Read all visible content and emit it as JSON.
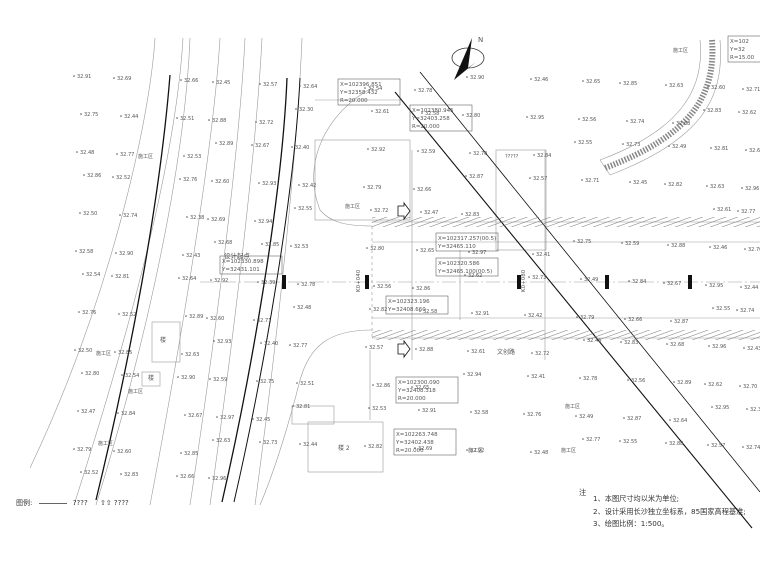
{
  "north_label": "N",
  "coords": [
    {
      "x": "X=102396.851",
      "y": "Y=32358.432",
      "r": "R=20.000"
    },
    {
      "x": "X=102380.945",
      "y": "Y=32403.258",
      "r": "R=20.000"
    },
    {
      "x": "X=102330.898",
      "y": "Y=32431.101",
      "r": ""
    },
    {
      "x": "X=102317.257(00.5)",
      "y": "Y=32465.110",
      "r": ""
    },
    {
      "x": "X=102323.196",
      "y": "Y=32408.660",
      "r": ""
    },
    {
      "x": "X=102320.586",
      "y": "Y=32465.100(00.5)",
      "r": ""
    },
    {
      "x": "X=102300.090",
      "y": "Y=32408.318",
      "r": "R=20.000"
    },
    {
      "x": "X=102263.748",
      "y": "Y=32402.438",
      "r": "R=20.000"
    },
    {
      "x": "X=102",
      "y": "Y=32",
      "r": "R=15.00"
    }
  ],
  "design_point_label": "设计起点",
  "road_label": "文创路",
  "station_labels": [
    "K0+040",
    "K0+080"
  ],
  "building_labels": [
    "楼",
    "楼",
    "楼 2"
  ],
  "construction_labels": [
    "施工区",
    "施工区",
    "施工区",
    "施工区",
    "施工区",
    "施工区",
    "施工区",
    "施工区",
    "施工区"
  ],
  "legend_label": "图例:",
  "legend_items": [
    "????",
    "????"
  ],
  "unknown_label": "?????",
  "notes": {
    "heading": "注",
    "lines": [
      "1、本图尺寸均以米为单位;",
      "2、设计采用长沙独立坐标系，85国家高程基准;",
      "3、绘图比例：1:500。"
    ]
  },
  "elevations": [
    "32.91",
    "32.69",
    "32.66",
    "32.45",
    "32.57",
    "32.64",
    "32.54",
    "32.78",
    "32.90",
    "32.46",
    "32.65",
    "32.85",
    "32.63",
    "32.60",
    "32.71",
    "32.75",
    "32.44",
    "32.51",
    "32.88",
    "32.72",
    "32.30",
    "32.61",
    "32.58",
    "32.80",
    "32.95",
    "32.56",
    "32.74",
    "32.68",
    "32.83",
    "32.62",
    "32.48",
    "32.77",
    "32.53",
    "32.89",
    "32.67",
    "32.40",
    "32.92",
    "32.59",
    "32.70",
    "32.84",
    "32.55",
    "32.73",
    "32.49",
    "32.81",
    "32.64",
    "32.86",
    "32.52",
    "32.76",
    "32.60",
    "32.93",
    "32.42",
    "32.79",
    "32.66",
    "32.87",
    "32.57",
    "32.71",
    "32.45",
    "32.82",
    "32.63",
    "32.96",
    "32.50",
    "32.74",
    "32.38",
    "32.69",
    "32.94",
    "32.55",
    "32.72",
    "32.47",
    "32.83",
    "32.61",
    "32.77",
    "32.58",
    "32.90",
    "32.43",
    "32.68",
    "32.85",
    "32.53",
    "32.80",
    "32.65",
    "32.97",
    "32.41",
    "32.75",
    "32.59",
    "32.88",
    "32.46",
    "32.70",
    "32.54",
    "32.81",
    "32.64",
    "32.92",
    "32.39",
    "32.78",
    "32.56",
    "32.86",
    "32.62",
    "32.73",
    "32.49",
    "32.84",
    "32.67",
    "32.95",
    "32.44",
    "32.76",
    "32.52",
    "32.89",
    "32.60",
    "32.71",
    "32.48",
    "32.82",
    "32.58",
    "32.91",
    "32.42",
    "32.79",
    "32.66",
    "32.87",
    "32.55",
    "32.74",
    "32.50",
    "32.85",
    "32.63",
    "32.93",
    "32.40",
    "32.77",
    "32.57",
    "32.88",
    "32.61",
    "32.72",
    "32.46",
    "32.83",
    "32.68",
    "32.96",
    "32.43",
    "32.80",
    "32.54",
    "32.90",
    "32.59",
    "32.75",
    "32.51",
    "32.86",
    "32.65",
    "32.94",
    "32.41",
    "32.78",
    "32.56",
    "32.89",
    "32.62",
    "32.70",
    "32.47",
    "32.84",
    "32.67",
    "32.97",
    "32.45",
    "32.81",
    "32.53",
    "32.91",
    "32.58",
    "32.76",
    "32.49",
    "32.87",
    "32.64",
    "32.95",
    "32.38",
    "32.79",
    "32.60",
    "32.85",
    "32.63",
    "32.73",
    "32.44",
    "32.82",
    "32.69",
    "32.92",
    "32.48",
    "32.77",
    "32.55",
    "32.88",
    "32.57",
    "32.74",
    "32.52",
    "32.83",
    "32.66",
    "32.96"
  ]
}
